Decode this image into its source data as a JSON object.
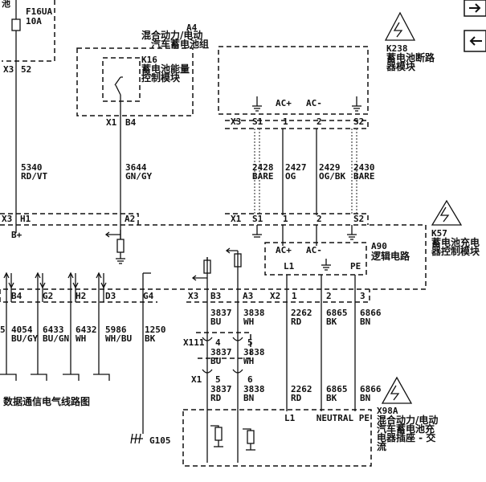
{
  "top_left": {
    "fuse_name": "F16UA",
    "fuse_rating": "10A",
    "partial_label": "池",
    "connector": "X3",
    "pin": "52"
  },
  "module_a4": {
    "id": "A4",
    "name_line1": "混合动力/电动",
    "name_line2": "汽车蓄电池组"
  },
  "module_k16": {
    "id": "K16",
    "name_line1": "蓄电池能量",
    "name_line2": "控制模块",
    "connector": "X1",
    "pin": "B4"
  },
  "module_k238": {
    "id": "K238",
    "name_line1": "蓄电池断路",
    "name_line2": "器模块",
    "connector": "X3",
    "pins": [
      "S1",
      "1",
      "2",
      "S2"
    ],
    "signals": [
      "AC+",
      "AC-"
    ]
  },
  "wires_upper": [
    {
      "circuit": "5340",
      "color": "RD/VT"
    },
    {
      "circuit": "3644",
      "color": "GN/GY"
    },
    {
      "circuit": "2428",
      "color": "BARE"
    },
    {
      "circuit": "2427",
      "color": "OG"
    },
    {
      "circuit": "2429",
      "color": "OG/BK"
    },
    {
      "circuit": "2430",
      "color": "BARE"
    }
  ],
  "module_k57": {
    "id": "K57",
    "name_line1": "蓄电池充电",
    "name_line2": "器控制模块",
    "connector_x3": "X3",
    "pin_h1": "H1",
    "pin_bplus": "B+",
    "pin_a2": "A2",
    "connector_x1": "X1",
    "x1_pins": [
      "S1",
      "1",
      "2",
      "S2"
    ]
  },
  "module_a90": {
    "id": "A90",
    "name": "逻辑电路",
    "signals": [
      "AC+",
      "AC-"
    ],
    "outputs": [
      "L1",
      "PE"
    ]
  },
  "k57_lower_row": {
    "left_pins": [
      "B4",
      "G2",
      "H2",
      "D3",
      "G4"
    ],
    "x3_label": "X3",
    "x3_pins": [
      "B3",
      "A3"
    ],
    "x2_label": "X2",
    "x2_pins": [
      "1",
      "2",
      "3"
    ]
  },
  "wires_lower": [
    {
      "circuit": "5",
      "color": ""
    },
    {
      "circuit": "4054",
      "color": "BU/GY"
    },
    {
      "circuit": "6433",
      "color": "BU/GN"
    },
    {
      "circuit": "6432",
      "color": "WH"
    },
    {
      "circuit": "5986",
      "color": "WH/BU"
    },
    {
      "circuit": "1250",
      "color": "BK"
    },
    {
      "circuit": "3837",
      "color": "BU"
    },
    {
      "circuit": "3838",
      "color": "WH"
    },
    {
      "circuit": "2262",
      "color": "RD"
    },
    {
      "circuit": "6865",
      "color": "BK"
    },
    {
      "circuit": "6866",
      "color": "BN"
    }
  ],
  "inline_x111": {
    "connector": "X111",
    "pins": [
      "4",
      "5"
    ],
    "wires": [
      {
        "circuit": "3837",
        "color": "BU"
      },
      {
        "circuit": "3838",
        "color": "WH"
      }
    ]
  },
  "inline_x1": {
    "connector": "X1",
    "pins": [
      "5",
      "6"
    ],
    "wires": [
      {
        "circuit": "3837",
        "color": "RD"
      },
      {
        "circuit": "3838",
        "color": "BN"
      },
      {
        "circuit": "2262",
        "color": "RD"
      },
      {
        "circuit": "6865",
        "color": "BK"
      },
      {
        "circuit": "6866",
        "color": "BN"
      }
    ]
  },
  "module_x98a": {
    "id": "X98A",
    "name_line1": "混合动力/电动",
    "name_line2": "汽车蓄电池充",
    "name_line3": "电器插座 - 交",
    "name_line4": "流",
    "terminals": "L1    NEUTRAL PE"
  },
  "data_link_label": "数据通信电气线路图",
  "ground": "G105",
  "nav": {
    "forward_icon": "right-arrow-icon",
    "back_icon": "left-arrow-icon"
  }
}
